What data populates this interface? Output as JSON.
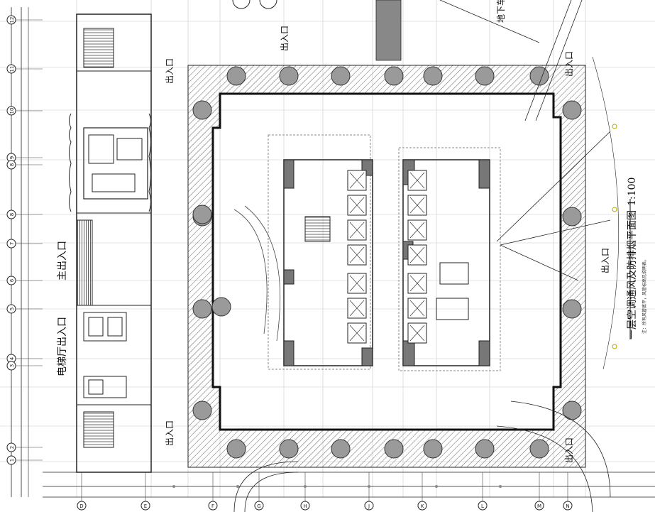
{
  "drawing": {
    "title": "一层空调通风及防排烟平面图",
    "scale": "1:100",
    "note": "注：所有风管底平，风管标高见说明表。"
  },
  "entrances": {
    "main": "主出入口",
    "elevator_lobby": "电梯厅出入口",
    "exit": "出入口",
    "basement": "地下车"
  },
  "axes": {
    "left_axis_labels": [
      "12",
      "11",
      "10",
      "9",
      "8",
      "8",
      "7",
      "6",
      "5",
      "4",
      "3",
      "2",
      "1"
    ],
    "bottom_axis_labels": [
      "D",
      "E",
      "F",
      "G",
      "H",
      "J",
      "K",
      "L",
      "M",
      "N"
    ]
  },
  "colors": {
    "hatch": "#555555",
    "column": "#9a9a9a",
    "line": "#222222",
    "grid": "#bfbfbf"
  }
}
